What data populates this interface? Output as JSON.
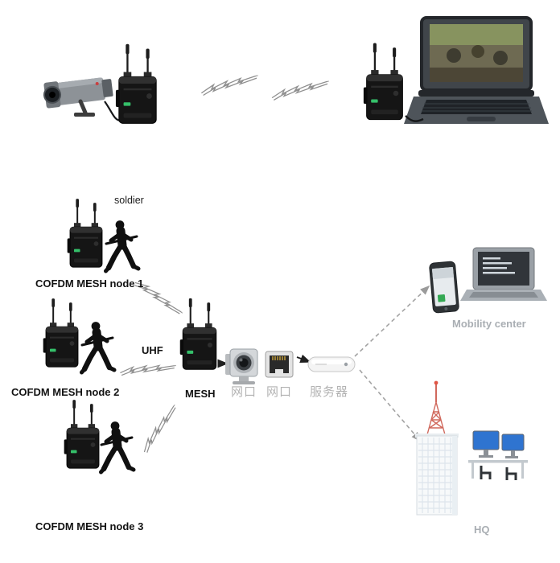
{
  "labels": {
    "soldier": "soldier",
    "nodes": [
      "COFDM MESH node 1",
      "COFDM MESH node 2",
      "COFDM MESH node 3"
    ],
    "uhf": "UHF",
    "mesh": "MESH",
    "ports": [
      "网口",
      "网口"
    ],
    "server": "服务器",
    "mobility_center": "Mobility center",
    "hq": "HQ"
  },
  "icons": {
    "cctv_camera": "surveillance-camera-icon",
    "radio": "cofdm-mesh-radio-icon",
    "soldier": "soldier-silhouette-icon",
    "wireless_link": "lightning-bolt-icon",
    "rugged_laptop": "rugged-laptop-icon",
    "ip_camera": "box-camera-icon",
    "ethernet_port": "rj45-port-icon",
    "server_box": "server-icon",
    "smartphone": "smartphone-icon",
    "laptop": "laptop-icon",
    "hq_building": "office-building-with-tower-icon"
  },
  "colors": {
    "label_gray": "#b3b3b3",
    "text_black": "#121212",
    "link_gray": "#8f8f8f",
    "dashed_gray": "#a3a3a3",
    "screen_blue": "#2f74d0",
    "tower_red": "#d0685c",
    "led_green": "#35c06a"
  }
}
